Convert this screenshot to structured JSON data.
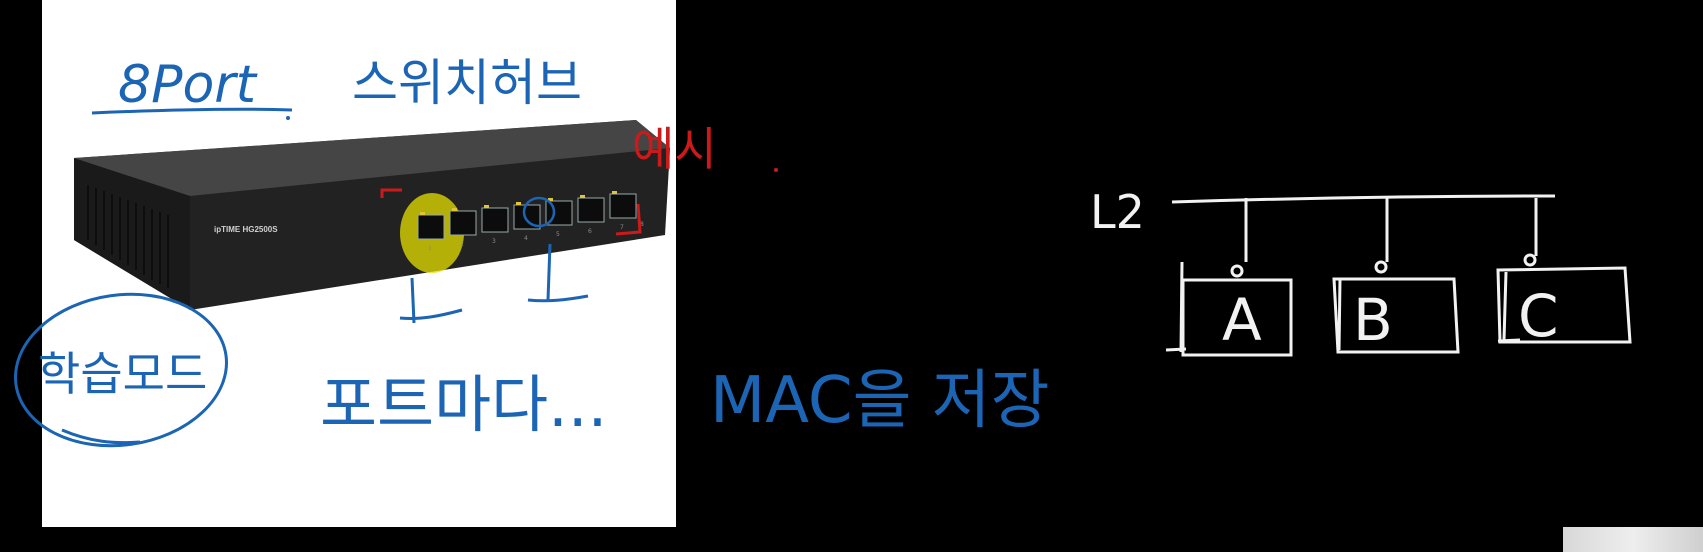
{
  "colors": {
    "background": "#000000",
    "panel": "#ffffff",
    "blue_ink": "#1c64b4",
    "red_ink": "#cc1a1a",
    "white_ink": "#f2f2f2",
    "highlight": "#e6e000",
    "device_body": "#2b2b2b"
  },
  "device": {
    "brand_text": "ipTIME HG2500S",
    "port_numbers": [
      "1",
      "2",
      "3",
      "4",
      "5",
      "6",
      "7",
      "8"
    ]
  },
  "annotations": {
    "blue_title_port": "8Port",
    "blue_title_hub": "스위치허브",
    "red_note": "예시",
    "blue_learning_mode": "학습모드",
    "blue_per_port": "포트마다...",
    "blue_mac_store": "MAC을 저장"
  },
  "network": {
    "layer_label": "L2",
    "nodes": [
      "A",
      "B",
      "C"
    ]
  }
}
